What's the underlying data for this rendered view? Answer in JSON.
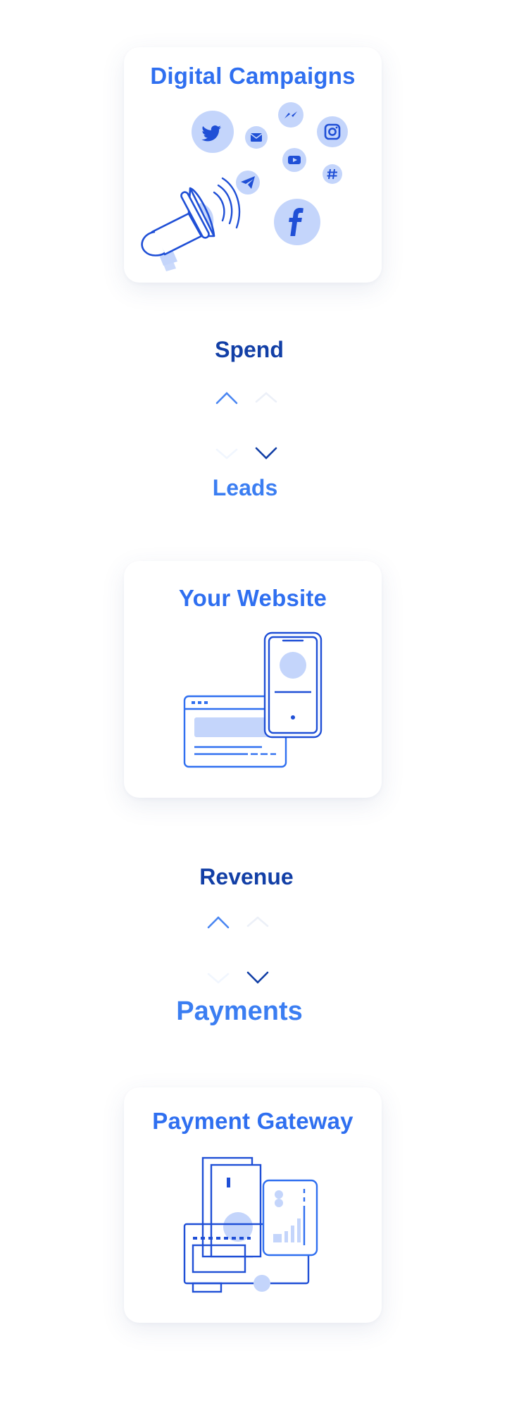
{
  "cards": [
    {
      "id": "digital-campaigns",
      "title": "Digital Campaigns",
      "icons": [
        "twitter-icon",
        "email-icon",
        "messenger-icon",
        "instagram-icon",
        "youtube-icon",
        "hashtag-icon",
        "telegram-icon",
        "facebook-icon",
        "megaphone-icon"
      ]
    },
    {
      "id": "your-website",
      "title": "Your Website",
      "icons": [
        "browser-window-icon",
        "smartphone-icon"
      ]
    },
    {
      "id": "payment-gateway",
      "title": "Payment Gateway",
      "icons": [
        "cash-register-icon",
        "receipt-icon",
        "card-terminal-icon"
      ]
    }
  ],
  "flows": [
    {
      "top_label": "Spend",
      "bottom_label": "Leads"
    },
    {
      "top_label": "Revenue",
      "bottom_label": "Payments"
    }
  ],
  "colors": {
    "primary": "#2f6ff0",
    "dark": "#123fa6",
    "stroke": "#1f4fd6",
    "fill_light": "#c4d5fb",
    "card_bg": "#ffffff",
    "page_bg": "#ffffff"
  }
}
